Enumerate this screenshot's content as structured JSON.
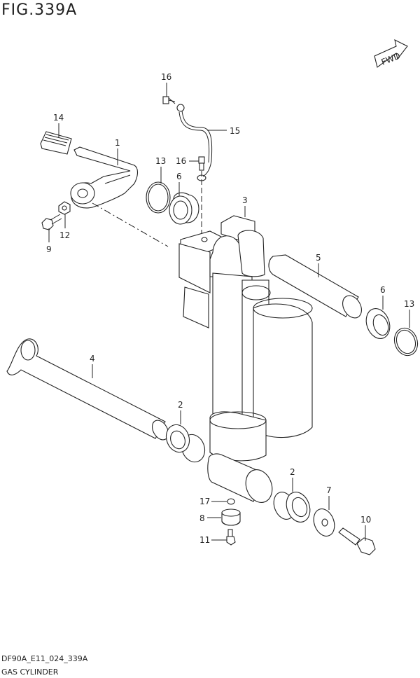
{
  "figure": {
    "title": "FIG.339A",
    "code": "DF90A_E11_024_339A",
    "name": "GAS CYLINDER",
    "fwd_label": "FWD"
  },
  "callouts": [
    {
      "id": "c16a",
      "label": "16"
    },
    {
      "id": "c14",
      "label": "14"
    },
    {
      "id": "c15",
      "label": "15"
    },
    {
      "id": "c1",
      "label": "1"
    },
    {
      "id": "c13a",
      "label": "13"
    },
    {
      "id": "c16b",
      "label": "16"
    },
    {
      "id": "c6a",
      "label": "6"
    },
    {
      "id": "c3",
      "label": "3"
    },
    {
      "id": "c12",
      "label": "12"
    },
    {
      "id": "c9",
      "label": "9"
    },
    {
      "id": "c5",
      "label": "5"
    },
    {
      "id": "c6b",
      "label": "6"
    },
    {
      "id": "c13b",
      "label": "13"
    },
    {
      "id": "c4",
      "label": "4"
    },
    {
      "id": "c2a",
      "label": "2"
    },
    {
      "id": "c2b",
      "label": "2"
    },
    {
      "id": "c7",
      "label": "7"
    },
    {
      "id": "c17",
      "label": "17"
    },
    {
      "id": "c8",
      "label": "8"
    },
    {
      "id": "c10",
      "label": "10"
    },
    {
      "id": "c11",
      "label": "11"
    }
  ]
}
